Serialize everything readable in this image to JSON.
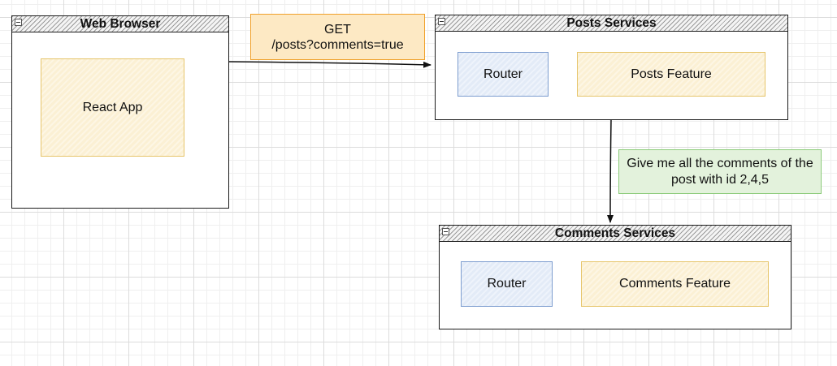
{
  "containers": {
    "web_browser": {
      "title": "Web Browser"
    },
    "posts_services": {
      "title": "Posts Services"
    },
    "comments_services": {
      "title": "Comments Services"
    }
  },
  "nodes": {
    "react_app": "React App",
    "posts_router": "Router",
    "posts_feature": "Posts Feature",
    "comments_router": "Router",
    "comments_feature": "Comments Feature"
  },
  "labels": {
    "request_line1": "GET",
    "request_line2": "/posts?comments=true",
    "comments_query_line1": "Give me all the comments of the",
    "comments_query_line2": "post with id 2,4,5"
  },
  "colors": {
    "feature_fill": "#fbf0d4",
    "router_fill": "#e3ebf7",
    "request_note_fill": "#fde9c4",
    "query_note_fill": "#e3f2dc"
  },
  "icons": [
    "collapse-icon",
    "arrow-icon"
  ]
}
